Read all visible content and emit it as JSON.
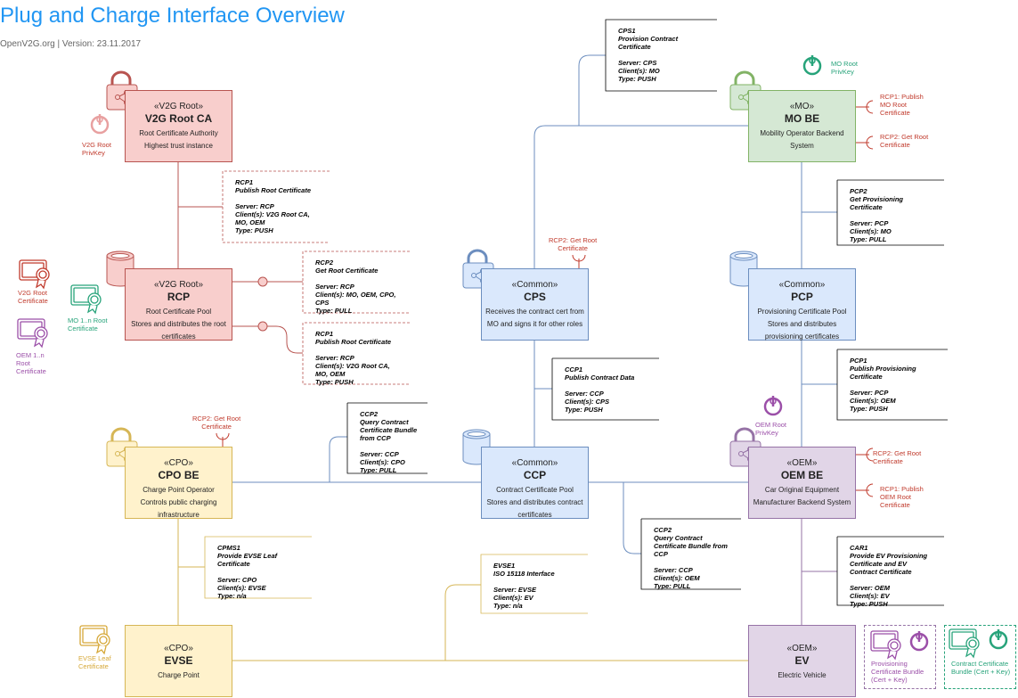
{
  "header": {
    "title": "Plug and Charge Interface Overview",
    "subtitle": "OpenV2G.org | Version: 23.11.2017"
  },
  "nodes": {
    "v2g_root_ca": {
      "stereotype": "«V2G Root»",
      "name": "V2G Root CA",
      "lines": [
        "Root Certificate Authority",
        "Highest trust instance"
      ]
    },
    "rcp": {
      "stereotype": "«V2G Root»",
      "name": "RCP",
      "lines": [
        "Root Certificate Pool",
        "Stores and distributes the root",
        "certificates"
      ]
    },
    "mo_be": {
      "stereotype": "«MO»",
      "name": "MO BE",
      "lines": [
        "Mobility Operator Backend",
        "System"
      ]
    },
    "cps": {
      "stereotype": "«Common»",
      "name": "CPS",
      "lines": [
        "Receives the contract cert from",
        "MO and signs it for other roles"
      ]
    },
    "pcp": {
      "stereotype": "«Common»",
      "name": "PCP",
      "lines": [
        "Provisioning Certificate Pool",
        "Stores and distributes",
        "provisioning certificates"
      ]
    },
    "ccp": {
      "stereotype": "«Common»",
      "name": "CCP",
      "lines": [
        "Contract Certificate Pool",
        "Stores and distributes contract",
        "certificates"
      ]
    },
    "cpo_be": {
      "stereotype": "«CPO»",
      "name": "CPO BE",
      "lines": [
        "Charge Point Operator",
        "Controls public charging",
        "infrastructure"
      ]
    },
    "oem_be": {
      "stereotype": "«OEM»",
      "name": "OEM BE",
      "lines": [
        "Car Original Equipment",
        "Manufacturer Backend System"
      ]
    },
    "evse": {
      "stereotype": "«CPO»",
      "name": "EVSE",
      "lines": [
        "Charge Point"
      ]
    },
    "ev": {
      "stereotype": "«OEM»",
      "name": "EV",
      "lines": [
        "Electric Vehicle"
      ]
    }
  },
  "interfaces": {
    "cps1": {
      "id": "CPS1",
      "lines": [
        "Provision Contract",
        "Certificate"
      ],
      "server": "Server: CPS",
      "clients": [
        "Client(s): MO"
      ],
      "type": "Type: PUSH"
    },
    "rcp1_top": {
      "id": "RCP1",
      "lines": [
        "Publish Root Certificate"
      ],
      "server": "Server: RCP",
      "clients": [
        "Client(s): V2G Root CA,",
        "MO, OEM"
      ],
      "type": "Type: PUSH"
    },
    "rcp2": {
      "id": "RCP2",
      "lines": [
        "Get Root Certificate"
      ],
      "server": "Server: RCP",
      "clients": [
        "Client(s): MO, OEM, CPO,",
        "CPS"
      ],
      "type": "Type: PULL"
    },
    "rcp1_mid": {
      "id": "RCP1",
      "lines": [
        "Publish Root Certificate"
      ],
      "server": "Server: RCP",
      "clients": [
        "Client(s): V2G Root CA,",
        "MO, OEM"
      ],
      "type": "Type: PUSH"
    },
    "pcp2": {
      "id": "PCP2",
      "lines": [
        "Get Provisioning",
        "Certificate"
      ],
      "server": "Server: PCP",
      "clients": [
        "Client(s): MO"
      ],
      "type": "Type: PULL"
    },
    "ccp1": {
      "id": "CCP1",
      "lines": [
        "Publish Contract Data"
      ],
      "server": "Server: CCP",
      "clients": [
        "Client(s): CPS"
      ],
      "type": "Type: PUSH"
    },
    "pcp1": {
      "id": "PCP1",
      "lines": [
        "Publish Provisioning",
        "Certificate"
      ],
      "server": "Server: PCP",
      "clients": [
        "Client(s): OEM"
      ],
      "type": "Type: PUSH"
    },
    "ccp2_top": {
      "id": "CCP2",
      "lines": [
        "Query Contract",
        "Certificate Bundle",
        "from CCP"
      ],
      "server": "Server: CCP",
      "clients": [
        "Client(s): CPO"
      ],
      "type": "Type: PULL"
    },
    "cpms1": {
      "id": "CPMS1",
      "lines": [
        "Provide EVSE Leaf",
        "Certificate"
      ],
      "server": "Server: CPO",
      "clients": [
        "Client(s): EVSE"
      ],
      "type": "Type: n/a"
    },
    "evse1": {
      "id": "EVSE1",
      "lines": [
        "ISO 15118 Interface"
      ],
      "server": "Server: EVSE",
      "clients": [
        "Client(s): EV"
      ],
      "type": "Type: n/a"
    },
    "ccp2_bottom": {
      "id": "CCP2",
      "lines": [
        "Query Contract",
        "Certificate Bundle from",
        "CCP"
      ],
      "server": "Server: CCP",
      "clients": [
        "Client(s): OEM"
      ],
      "type": "Type: PULL"
    },
    "car1": {
      "id": "CAR1",
      "lines": [
        "Provide EV Provisioning",
        "Certificate and EV",
        "Contract Certificate"
      ],
      "server": "Server: OEM",
      "clients": [
        "Client(s): EV"
      ],
      "type": "Type: PUSH"
    }
  },
  "labels": {
    "v2g_root_privkey": [
      "V2G Root",
      "PrivKey"
    ],
    "mo_root_privkey": [
      "MO Root",
      "PrivKey"
    ],
    "oem_root_privkey": [
      "OEM Root",
      "PrivKey"
    ],
    "v2g_root_certificate": [
      "V2G Root",
      "Certificate"
    ],
    "mo_root_certificate": [
      "MO 1..n Root",
      "Certificate"
    ],
    "oem_root_certificate": [
      "OEM 1..n",
      "Root",
      "Certificate"
    ],
    "evse_leaf_certificate": [
      "EVSE Leaf",
      "Certificate"
    ],
    "cps_rcp2": [
      "RCP2: Get Root",
      "Certificate"
    ],
    "cpo_rcp2": [
      "RCP2: Get Root",
      "Certificate"
    ],
    "mo_rcp1": [
      "RCP1: Publish",
      "MO Root",
      "Certificate"
    ],
    "mo_rcp2": [
      "RCP2: Get Root",
      "Certificate"
    ],
    "oem_rcp2": [
      "RCP2: Get Root",
      "Certificate"
    ],
    "oem_rcp1": [
      "RCP1: Publish",
      "OEM Root",
      "Certificate"
    ]
  },
  "legend": {
    "provisioning": [
      "Provisioning",
      "Certificate Bundle",
      "(Cert + Key)"
    ],
    "contract": [
      "Contract Certificate",
      "Bundle (Cert + Key)"
    ]
  },
  "colors": {
    "title": "#2196F3",
    "root_red": "#b85450",
    "mo_green": "#82b366",
    "common_blue": "#6c8ebf",
    "cpo_yellow": "#d6b656",
    "oem_purple": "#9673a6",
    "label_red": "#c0392b",
    "label_green": "#27a37a",
    "label_purple": "#9b4fa8",
    "label_yellow": "#d6a838"
  }
}
